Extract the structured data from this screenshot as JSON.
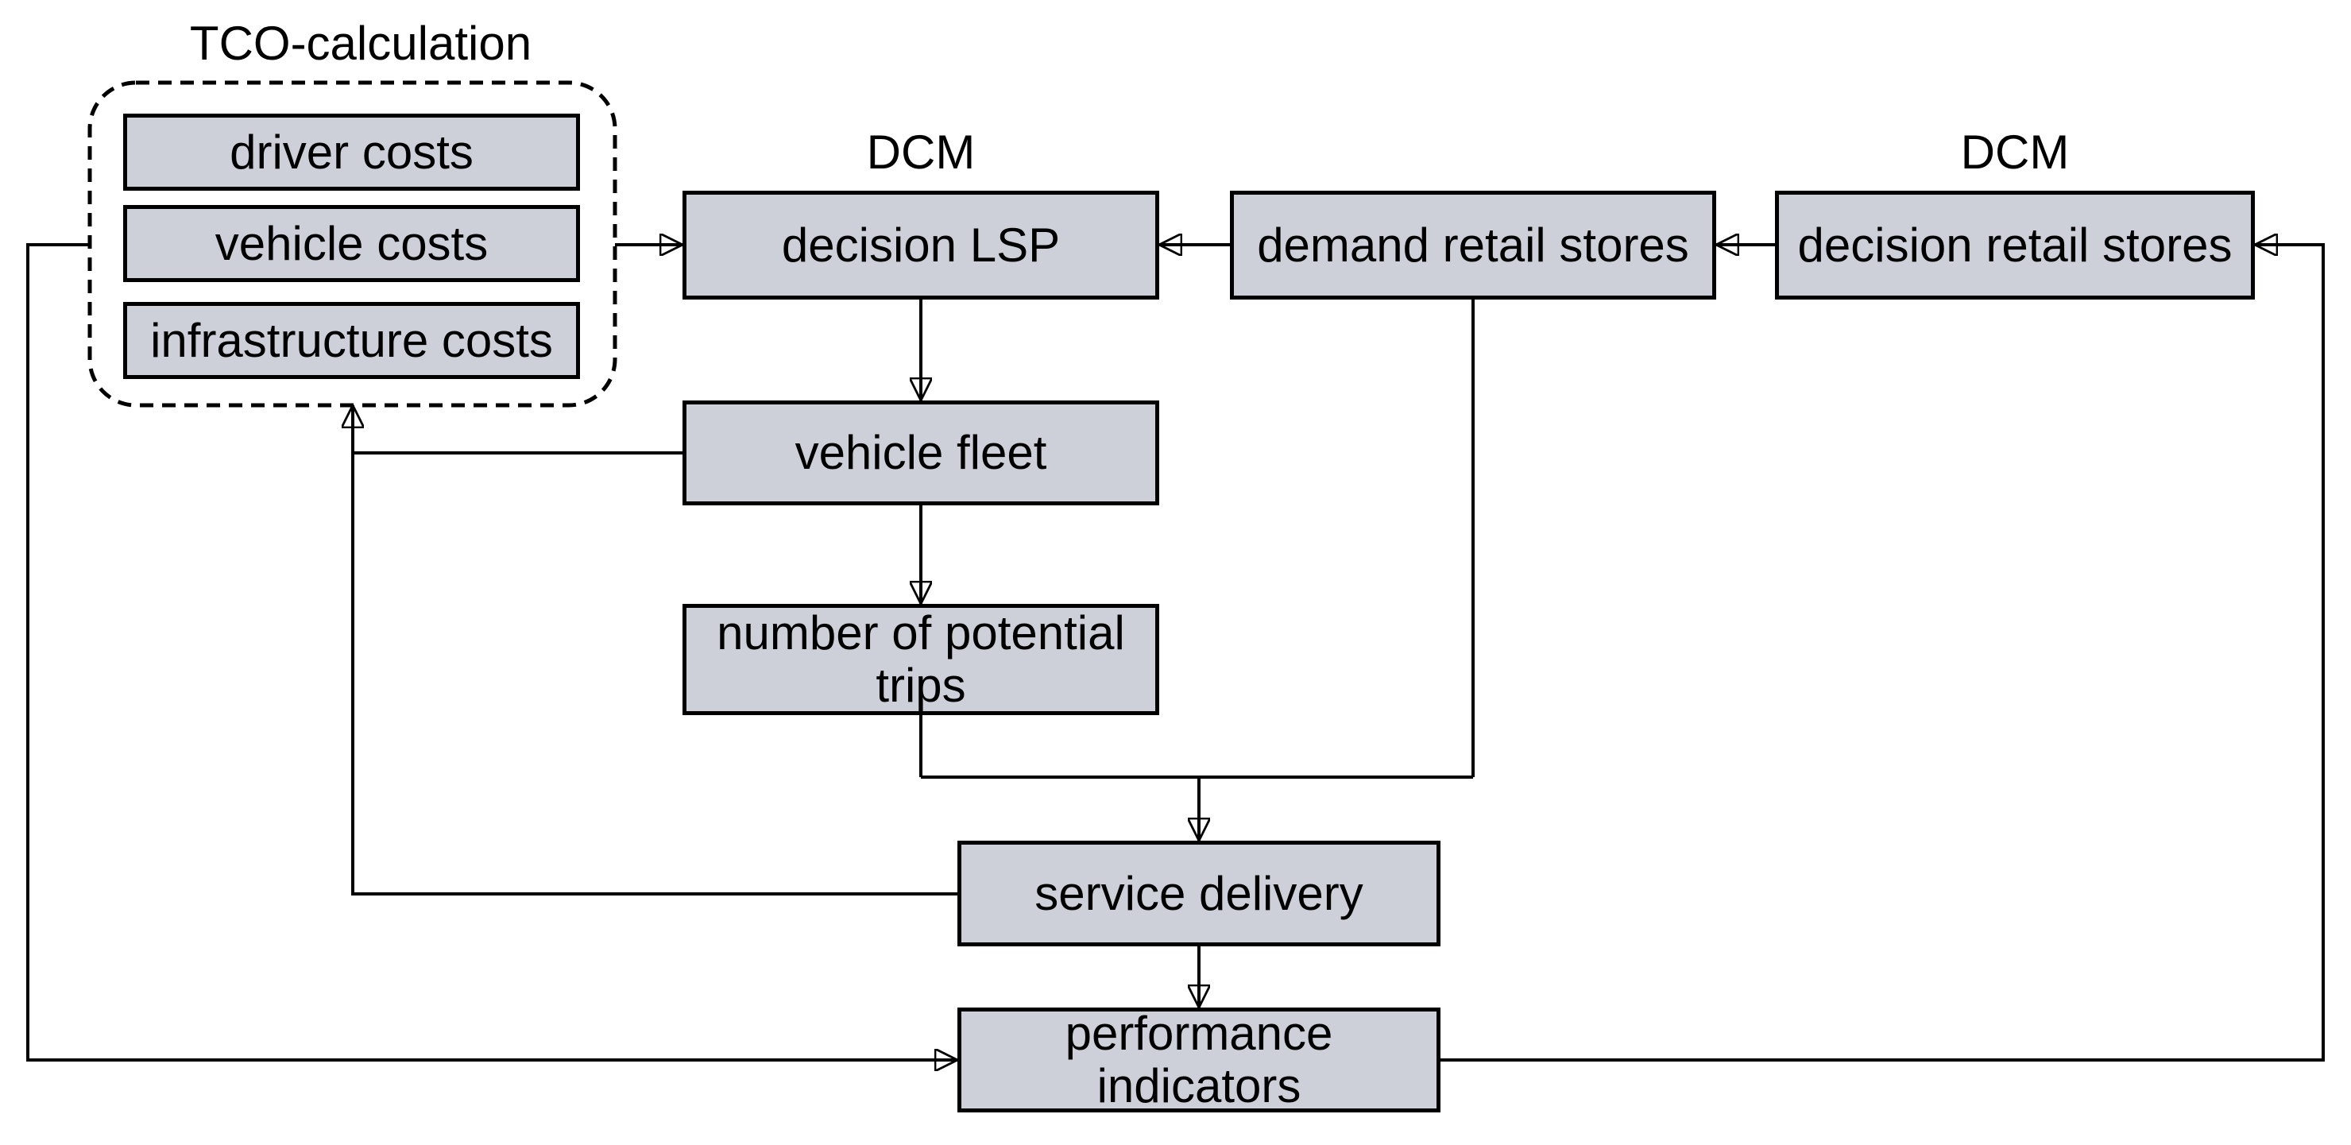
{
  "diagram": {
    "tco_group": {
      "title": "TCO-calculation",
      "items": [
        "driver costs",
        "vehicle costs",
        "infrastructure costs"
      ]
    },
    "dcm_label_left": "DCM",
    "dcm_label_right": "DCM",
    "nodes": {
      "decision_lsp": "decision LSP",
      "demand_retail_stores": "demand retail stores",
      "decision_retail_stores": "decision retail stores",
      "vehicle_fleet": "vehicle fleet",
      "number_of_potential_trips": "number of potential trips",
      "service_delivery": "service delivery",
      "performance_indicators": "performance indicators"
    },
    "edges": [
      {
        "from": "tco_group",
        "to": "decision_lsp"
      },
      {
        "from": "demand_retail_stores",
        "to": "decision_lsp"
      },
      {
        "from": "decision_retail_stores",
        "to": "demand_retail_stores"
      },
      {
        "from": "decision_lsp",
        "to": "vehicle_fleet"
      },
      {
        "from": "vehicle_fleet",
        "to": "number_of_potential_trips"
      },
      {
        "from": "number_of_potential_trips",
        "to": "service_delivery"
      },
      {
        "from": "demand_retail_stores",
        "to": "service_delivery"
      },
      {
        "from": "service_delivery",
        "to": "performance_indicators"
      },
      {
        "from": "service_delivery",
        "to": "tco_group"
      },
      {
        "from": "vehicle_fleet",
        "to": "tco_group"
      },
      {
        "from": "tco_group",
        "to": "performance_indicators"
      },
      {
        "from": "performance_indicators",
        "to": "decision_retail_stores"
      }
    ],
    "colors": {
      "node_fill": "#cdd0d9",
      "node_border": "#000000",
      "connector": "#000000",
      "canvas_bg": "#ffffff"
    }
  }
}
